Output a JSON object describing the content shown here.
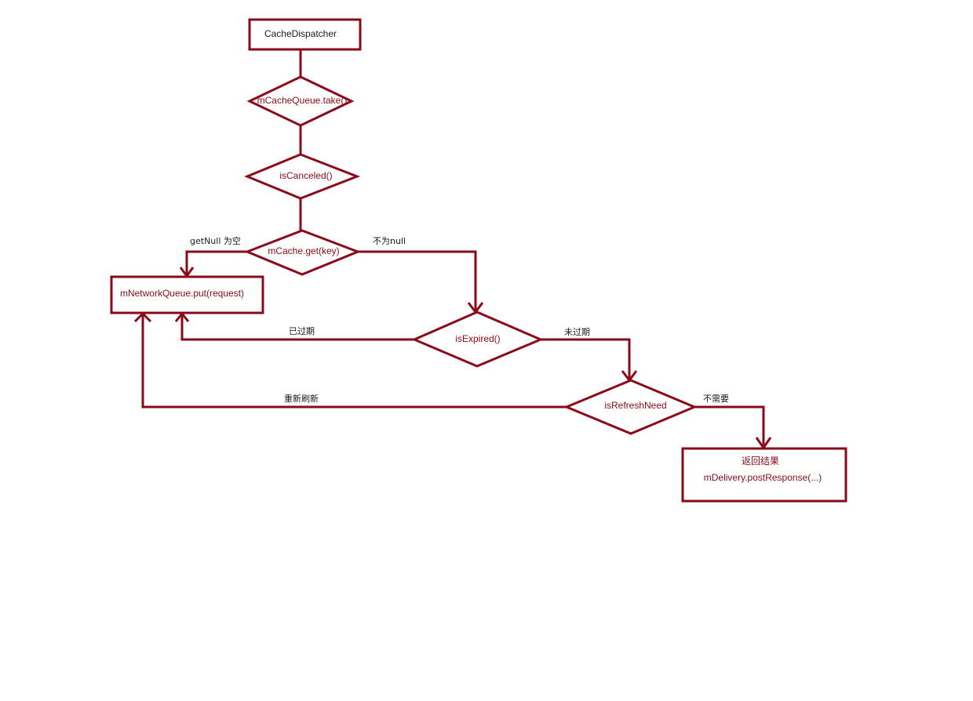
{
  "nodes": {
    "cache_dispatcher": "CacheDispatcher",
    "take": "mCacheQueue.take()",
    "is_canceled": "isCanceled()",
    "cache_get": "mCache.get(key)",
    "network_put": "mNetworkQueue.put(request)",
    "is_expired": "isExpired()",
    "is_refresh_need": "isRefreshNeed",
    "return_result": "返回结果",
    "post_response": "mDelivery.postResponse(...)"
  },
  "edges": {
    "get_null": "getNull 为空",
    "not_null": "不为null",
    "expired": "已过期",
    "not_expired": "未过期",
    "refresh": "重新刷新",
    "not_needed": "不需要"
  },
  "colors": {
    "stroke": "#8b0a1a",
    "text_dark": "#1a1a1a",
    "text_red": "#8b0a1a"
  }
}
